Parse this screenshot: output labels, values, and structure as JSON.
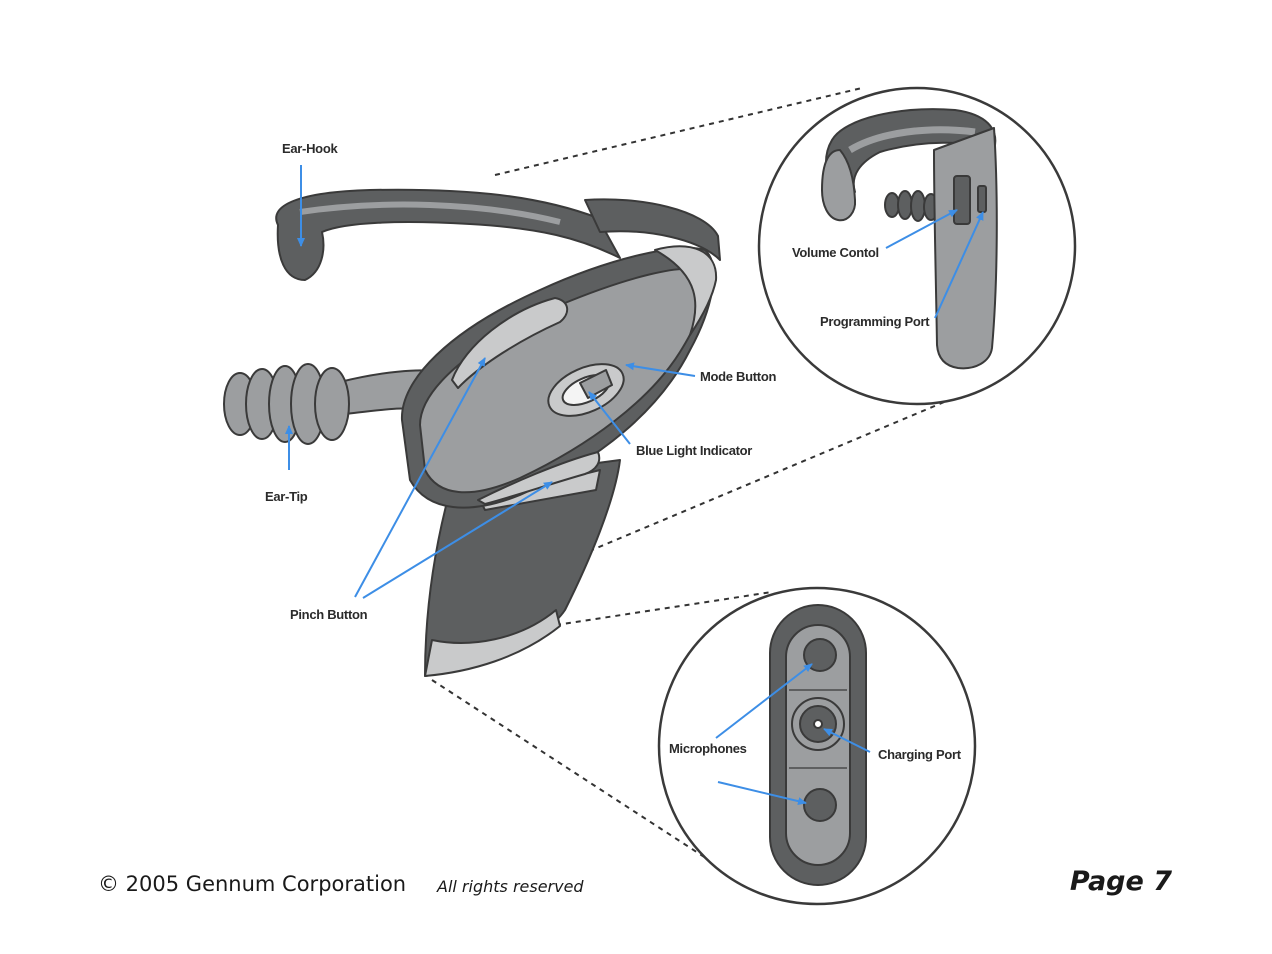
{
  "diagram": {
    "labels": {
      "ear_hook": "Ear-Hook",
      "ear_tip": "Ear-Tip",
      "pinch_button": "Pinch Button",
      "mode_button": "Mode Button",
      "blue_light_indicator": "Blue Light Indicator",
      "volume_control": "Volume Contol",
      "programming_port": "Programming Port",
      "microphones": "Microphones",
      "charging_port": "Charging Port"
    },
    "colors": {
      "arrow": "#3d8ee6",
      "outline": "#3a3a3a",
      "dark_gray": "#5d5f60",
      "mid_gray": "#9c9ea0",
      "light_gray": "#c9cacb"
    }
  },
  "footer": {
    "copyright": "© 2005 Gennum Corporation",
    "rights": "All rights reserved",
    "page": "Page 7"
  }
}
